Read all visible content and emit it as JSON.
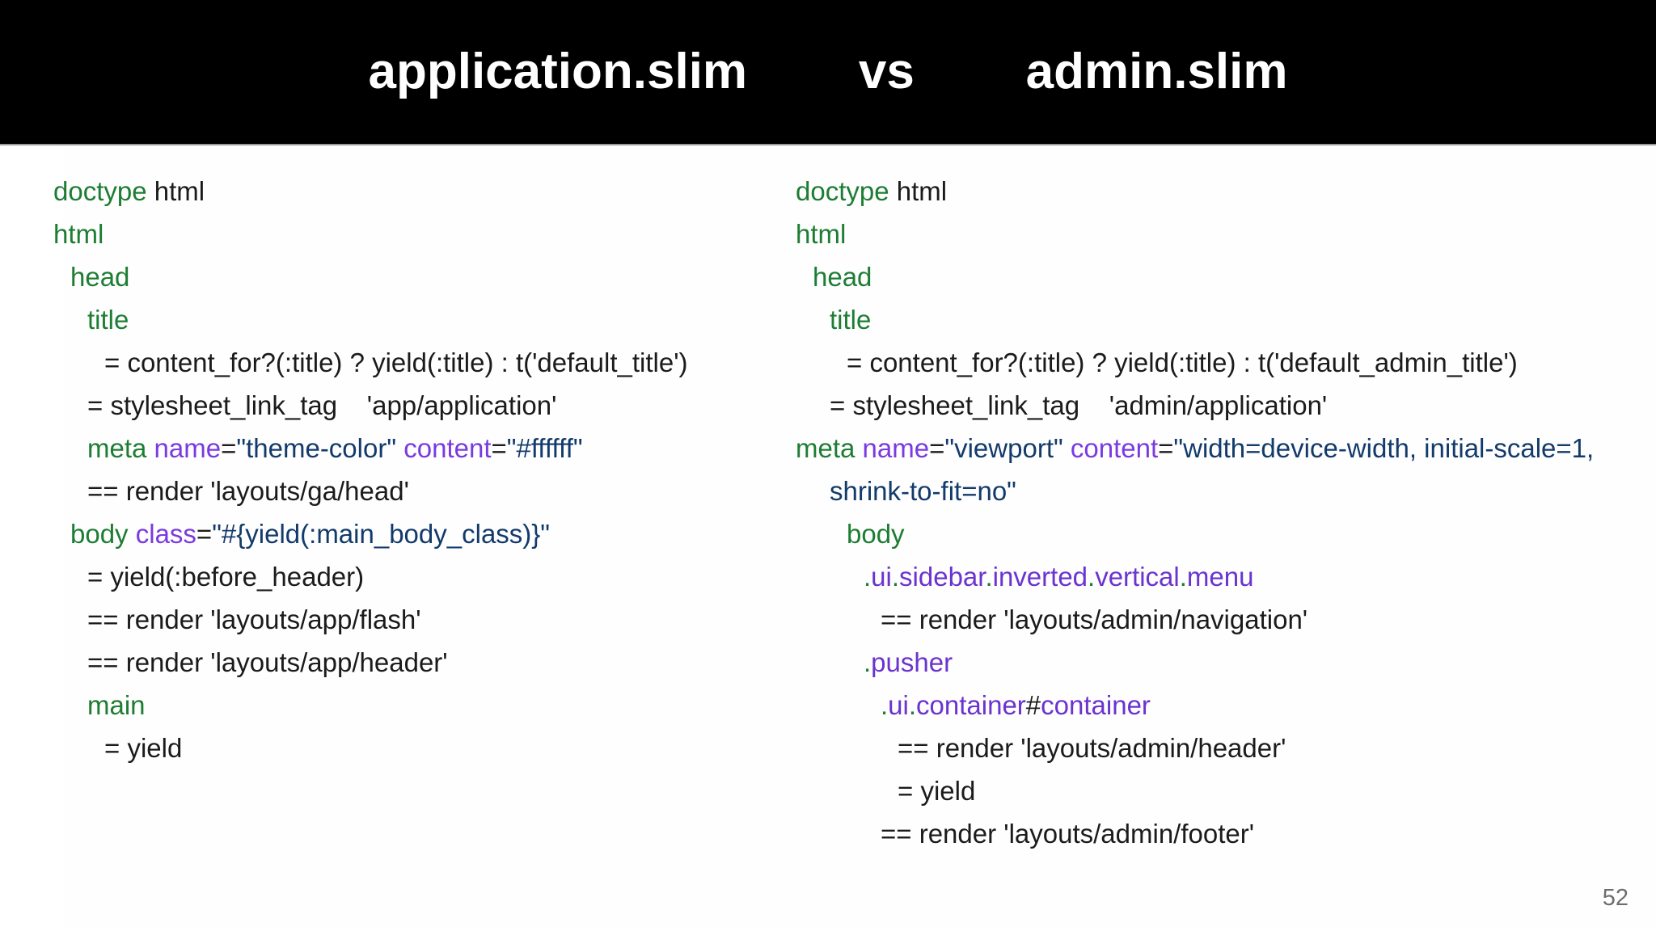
{
  "banner": {
    "title": "application.slim        vs        admin.slim",
    "left_name": "application.slim",
    "vs_label": "vs",
    "right_name": "admin.slim",
    "background_color": "#000000",
    "text_color": "#ffffff"
  },
  "theme": {
    "page_background": "#ffffff",
    "tag_color": "#1d7d33",
    "attribute_color": "#7a3ae0",
    "string_color": "#123a6b",
    "plain_color": "#1b1b1b",
    "shorthand_class_color": "#6b33cf",
    "page_number_color": "#6d6d6d"
  },
  "left_column": {
    "name": "application.slim",
    "lines": [
      {
        "indent": 0,
        "text": "doctype html",
        "tokens": [
          {
            "t": "doctype",
            "c": "tag"
          },
          {
            "t": " html",
            "c": "plain"
          }
        ]
      },
      {
        "indent": 0,
        "text": "html",
        "tokens": [
          {
            "t": "html",
            "c": "tag"
          }
        ]
      },
      {
        "indent": 1,
        "text": "head",
        "tokens": [
          {
            "t": "head",
            "c": "tag"
          }
        ]
      },
      {
        "indent": 2,
        "text": "title",
        "tokens": [
          {
            "t": "title",
            "c": "tag"
          }
        ]
      },
      {
        "indent": 3,
        "text": "= content_for?(:title) ? yield(:title) : t('default_title')",
        "tokens": [
          {
            "t": "= content_for?(:title) ? yield(:title) : t('default_title')",
            "c": "plain"
          }
        ]
      },
      {
        "indent": 2,
        "text": "= stylesheet_link_tag    'app/application'",
        "tokens": [
          {
            "t": "= stylesheet_link_tag    'app/application'",
            "c": "plain"
          }
        ]
      },
      {
        "indent": 2,
        "text": "meta name=\"theme-color\" content=\"#ffffff\"",
        "tokens": [
          {
            "t": "meta ",
            "c": "tag"
          },
          {
            "t": "name",
            "c": "attr"
          },
          {
            "t": "=",
            "c": "plain"
          },
          {
            "t": "\"theme-color\"",
            "c": "str"
          },
          {
            "t": " ",
            "c": "plain"
          },
          {
            "t": "content",
            "c": "attr"
          },
          {
            "t": "=",
            "c": "plain"
          },
          {
            "t": "\"#ffffff\"",
            "c": "str"
          }
        ]
      },
      {
        "indent": 2,
        "text": "== render 'layouts/ga/head'",
        "tokens": [
          {
            "t": "== render 'layouts/ga/head'",
            "c": "plain"
          }
        ]
      },
      {
        "indent": 1,
        "text": "body class=\"#{yield(:main_body_class)}\"",
        "tokens": [
          {
            "t": "body ",
            "c": "tag"
          },
          {
            "t": "class",
            "c": "attr"
          },
          {
            "t": "=",
            "c": "plain"
          },
          {
            "t": "\"#{yield(:main_body_class)}\"",
            "c": "str"
          }
        ]
      },
      {
        "indent": 2,
        "text": "= yield(:before_header)",
        "tokens": [
          {
            "t": "= yield(:before_header)",
            "c": "plain"
          }
        ]
      },
      {
        "indent": 2,
        "text": "== render 'layouts/app/flash'",
        "tokens": [
          {
            "t": "== render 'layouts/app/flash'",
            "c": "plain"
          }
        ]
      },
      {
        "indent": 2,
        "text": "== render 'layouts/app/header'",
        "tokens": [
          {
            "t": "== render 'layouts/app/header'",
            "c": "plain"
          }
        ]
      },
      {
        "indent": 2,
        "text": "main",
        "tokens": [
          {
            "t": "main",
            "c": "tag"
          }
        ]
      },
      {
        "indent": 3,
        "text": "= yield",
        "tokens": [
          {
            "t": "= yield",
            "c": "plain"
          }
        ]
      }
    ]
  },
  "right_column": {
    "name": "admin.slim",
    "lines": [
      {
        "indent": 0,
        "text": "doctype html",
        "tokens": [
          {
            "t": "doctype",
            "c": "tag"
          },
          {
            "t": " html",
            "c": "plain"
          }
        ]
      },
      {
        "indent": 0,
        "text": "html",
        "tokens": [
          {
            "t": "html",
            "c": "tag"
          }
        ]
      },
      {
        "indent": 1,
        "text": "head",
        "tokens": [
          {
            "t": "head",
            "c": "tag"
          }
        ]
      },
      {
        "indent": 2,
        "text": "title",
        "tokens": [
          {
            "t": "title",
            "c": "tag"
          }
        ]
      },
      {
        "indent": 3,
        "text": "= content_for?(:title) ? yield(:title) : t('default_admin_title')",
        "tokens": [
          {
            "t": "= content_for?(:title) ? yield(:title) : t('default_admin_title')",
            "c": "plain"
          }
        ]
      },
      {
        "indent": 2,
        "text": "= stylesheet_link_tag    'admin/application'",
        "tokens": [
          {
            "t": "= stylesheet_link_tag    'admin/application'",
            "c": "plain"
          }
        ]
      },
      {
        "indent": 2,
        "wrap": true,
        "text": "meta name=\"viewport\" content=\"width=device-width, initial-scale=1, shrink-to-fit=no\"",
        "tokens": [
          {
            "t": "meta ",
            "c": "tag"
          },
          {
            "t": "name",
            "c": "attr"
          },
          {
            "t": "=",
            "c": "plain"
          },
          {
            "t": "\"viewport\"",
            "c": "str"
          },
          {
            "t": " ",
            "c": "plain"
          },
          {
            "t": "content",
            "c": "attr"
          },
          {
            "t": "=",
            "c": "plain"
          },
          {
            "t": "\"width=device-width, initial-scale=1, shrink-to-fit=no\"",
            "c": "str"
          }
        ]
      },
      {
        "indent": 3,
        "text": "body",
        "tokens": [
          {
            "t": "body",
            "c": "tag"
          }
        ]
      },
      {
        "indent": 4,
        "text": ".ui.sidebar.inverted.vertical.menu",
        "tokens": [
          {
            "t": ".",
            "c": "dot"
          },
          {
            "t": "ui",
            "c": "class"
          },
          {
            "t": ".",
            "c": "dot"
          },
          {
            "t": "sidebar",
            "c": "class"
          },
          {
            "t": ".",
            "c": "dot"
          },
          {
            "t": "inverted",
            "c": "class"
          },
          {
            "t": ".",
            "c": "dot"
          },
          {
            "t": "vertical",
            "c": "class"
          },
          {
            "t": ".",
            "c": "dot"
          },
          {
            "t": "menu",
            "c": "class"
          }
        ]
      },
      {
        "indent": 5,
        "text": "== render 'layouts/admin/navigation'",
        "tokens": [
          {
            "t": "== render 'layouts/admin/navigation'",
            "c": "plain"
          }
        ]
      },
      {
        "indent": 4,
        "text": ".pusher",
        "tokens": [
          {
            "t": ".",
            "c": "dot"
          },
          {
            "t": "pusher",
            "c": "class"
          }
        ]
      },
      {
        "indent": 5,
        "text": ".ui.container#container",
        "tokens": [
          {
            "t": ".",
            "c": "dot"
          },
          {
            "t": "ui",
            "c": "class"
          },
          {
            "t": ".",
            "c": "dot"
          },
          {
            "t": "container",
            "c": "class"
          },
          {
            "t": "#",
            "c": "hash"
          },
          {
            "t": "container",
            "c": "class"
          }
        ]
      },
      {
        "indent": 6,
        "text": "== render 'layouts/admin/header'",
        "tokens": [
          {
            "t": "== render 'layouts/admin/header'",
            "c": "plain"
          }
        ]
      },
      {
        "indent": 6,
        "text": "= yield",
        "tokens": [
          {
            "t": "= yield",
            "c": "plain"
          }
        ]
      },
      {
        "indent": 5,
        "text": "== render 'layouts/admin/footer'",
        "tokens": [
          {
            "t": "== render 'layouts/admin/footer'",
            "c": "plain"
          }
        ]
      }
    ]
  },
  "footer": {
    "page_number": "52"
  }
}
